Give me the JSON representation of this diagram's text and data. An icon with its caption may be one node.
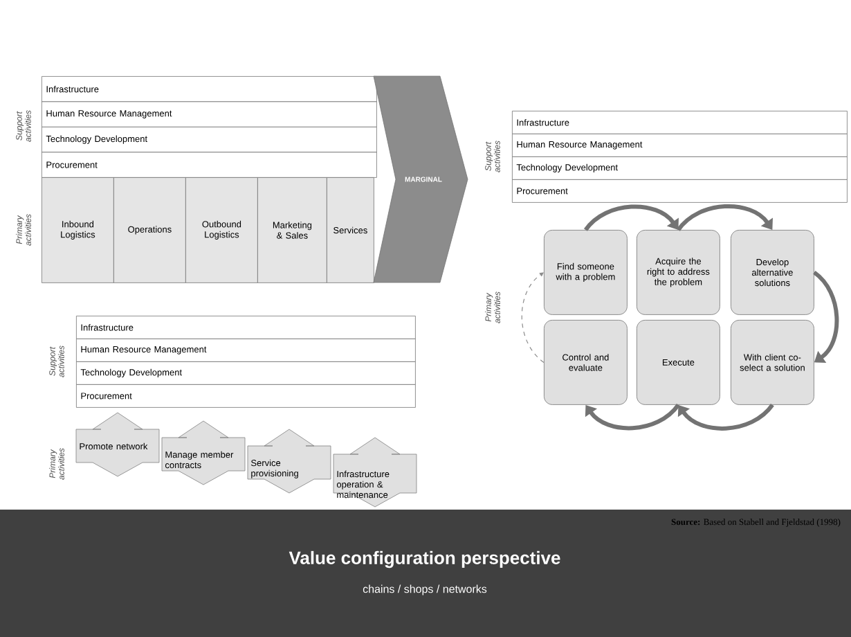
{
  "diagram": {
    "title": "Value configuration perspective",
    "caption": "chains / shops / networks",
    "nodes": [
      {
        "text": [
          "Infrastructure"
        ]
      },
      {
        "text": [
          "Human Resource Management"
        ]
      },
      {
        "text": [
          "Technology Development"
        ]
      },
      {
        "text": [
          "Procurement"
        ]
      },
      {
        "text": [
          "Inbound Logistics"
        ]
      },
      {
        "text": [
          "Operations"
        ]
      },
      {
        "text": [
          "Outbound Logistics"
        ]
      },
      {
        "text": [
          "Marketing & Sales"
        ]
      },
      {
        "text": [
          "Services"
        ]
      },
      {
        "text": [
          "MARGINAL"
        ]
      },
      {
        "text": [
          "Infrastructure"
        ]
      },
      {
        "text": [
          "Human Resource Management"
        ]
      },
      {
        "text": [
          "Technology Development"
        ]
      },
      {
        "text": [
          "Procurement"
        ]
      },
      {
        "text": [
          "Find someone with a problem"
        ]
      },
      {
        "text": [
          "Acquire the right to address the problem"
        ]
      },
      {
        "text": [
          "Develop alternative solutions"
        ]
      },
      {
        "text": [
          "Control and evaluate"
        ]
      },
      {
        "text": [
          "Execute"
        ]
      },
      {
        "text": [
          "With client co-select a solution"
        ]
      },
      {
        "text": [
          "Infrastructure"
        ]
      },
      {
        "text": [
          "Human Resource Management"
        ]
      },
      {
        "text": [
          "Technology Development"
        ]
      },
      {
        "text": [
          "Procurement"
        ]
      },
      {
        "text": [
          "Promote network"
        ]
      },
      {
        "text": [
          "Manage member contracts"
        ]
      },
      {
        "text": [
          "Service provisioning"
        ]
      },
      {
        "text": [
          "Infrastructure operation & maintenance"
        ]
      }
    ],
    "edges": [
      {
        "from": 14,
        "to": 15,
        "arrow": "to"
      },
      {
        "from": 15,
        "to": 16,
        "arrow": "to"
      },
      {
        "from": 16,
        "to": 19,
        "arrow": "to"
      },
      {
        "from": 19,
        "to": 18,
        "arrow": "to"
      },
      {
        "from": 18,
        "to": 17,
        "arrow": "to"
      },
      {
        "from": 17,
        "to": 14,
        "arrow": "to",
        "style": "dashed"
      }
    ],
    "labels": [
      "Support activities",
      "Primary activities",
      "Support activities",
      "Primary activities",
      "Support activities",
      "Primary activities",
      "**Source:** Based on Stabell and Fjeldstad (1998)"
    ]
  }
}
